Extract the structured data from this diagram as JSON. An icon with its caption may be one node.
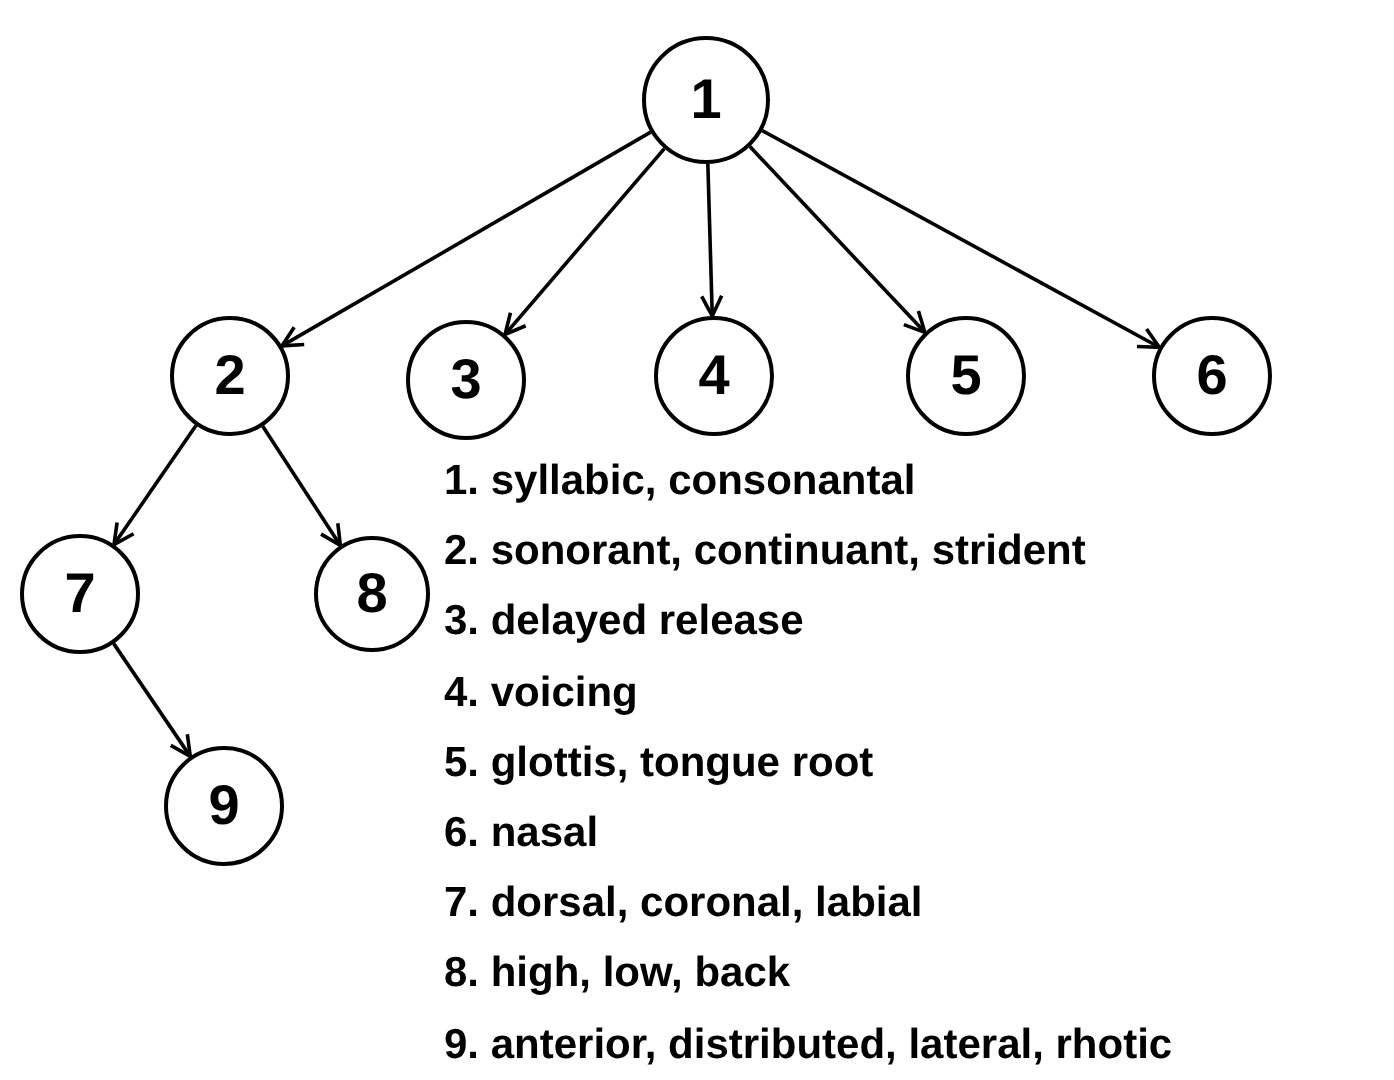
{
  "diagram": {
    "nodes": [
      {
        "text": [
          "1"
        ]
      },
      {
        "text": [
          "2"
        ]
      },
      {
        "text": [
          "3"
        ]
      },
      {
        "text": [
          "4"
        ]
      },
      {
        "text": [
          "5"
        ]
      },
      {
        "text": [
          "6"
        ]
      },
      {
        "text": [
          "7"
        ]
      },
      {
        "text": [
          "8"
        ]
      },
      {
        "text": [
          "9"
        ]
      }
    ],
    "edges": [
      {
        "from": 0,
        "to": 1,
        "arrow": "to"
      },
      {
        "from": 0,
        "to": 2,
        "arrow": "to"
      },
      {
        "from": 0,
        "to": 3,
        "arrow": "to"
      },
      {
        "from": 0,
        "to": 4,
        "arrow": "to"
      },
      {
        "from": 0,
        "to": 5,
        "arrow": "to"
      },
      {
        "from": 1,
        "to": 6,
        "arrow": "to"
      },
      {
        "from": 1,
        "to": 7,
        "arrow": "to"
      },
      {
        "from": 6,
        "to": 8,
        "arrow": "to"
      }
    ],
    "labels": [
      "1. syllabic, consonantal",
      "2. sonorant, continuant, strident",
      "3. delayed release",
      "4. voicing",
      "5. glottis, tongue root",
      "6. nasal",
      "7. dorsal, coronal, labial",
      "8. high, low, back",
      "9. anterior, distributed, lateral, rhotic"
    ]
  }
}
